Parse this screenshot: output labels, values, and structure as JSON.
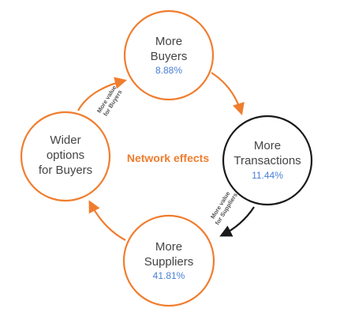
{
  "colors": {
    "orange": "#f07d2e",
    "black": "#1a1a1a",
    "text": "#444444",
    "percent": "#4a7fd4"
  },
  "center": {
    "label": "Network effects"
  },
  "nodes": {
    "buyers": {
      "line1": "More",
      "line2": "Buyers",
      "percent": "8.88%"
    },
    "transactions": {
      "line1": "More",
      "line2": "Transactions",
      "percent": "11.44%"
    },
    "suppliers": {
      "line1": "More",
      "line2": "Suppliers",
      "percent": "41.81%"
    },
    "options": {
      "line1": "Wider",
      "line2": "options",
      "line3": "for Buyers"
    }
  },
  "edges": {
    "value_buyers": {
      "line1": "More value",
      "line2": "for Buyers"
    },
    "value_suppliers": {
      "line1": "More value",
      "line2": "for Suppliers"
    }
  }
}
